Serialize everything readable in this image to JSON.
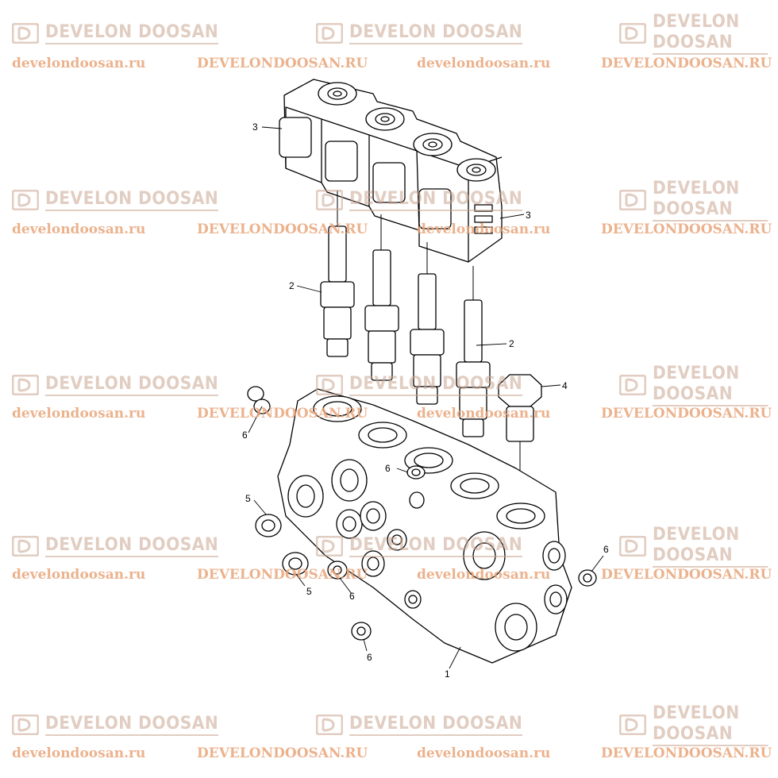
{
  "watermark": {
    "logo_text": "DEVELON DOOSAN",
    "url_lower": "develondoosan.ru",
    "url_upper": "DEVELONDOOSAN.RU",
    "logo_color": "#c9a58f",
    "url_color": "#e8a57a"
  },
  "callouts": {
    "c1": "1",
    "c2a": "2",
    "c2b": "2",
    "c3a": "3",
    "c3b": "3",
    "c4": "4",
    "c5a": "5",
    "c5b": "5",
    "c6a": "6",
    "c6b": "6",
    "c6c": "6",
    "c6d": "6",
    "c6e": "6"
  }
}
